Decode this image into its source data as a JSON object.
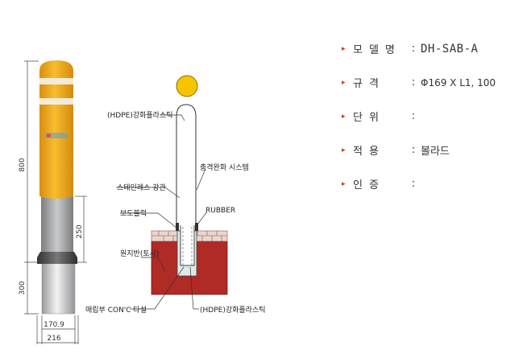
{
  "dimensions": {
    "height_total": "800",
    "height_sleeve": "250",
    "height_base": "300",
    "width_pipe": "170.9",
    "width_base": "216"
  },
  "labels": {
    "hdpe_top": "(HDPE)강화플라스틱",
    "shock": "충격완화 시스템",
    "stainless": "스테인레스 강관",
    "rubber": "RUBBER",
    "sidewalk": "보도블럭",
    "ground": "원지반(토사)",
    "concrete": "매립부 CON'C 타설",
    "hdpe_bottom": "(HDPE)강화플라스틱"
  },
  "specs": [
    {
      "label": "모델명",
      "value": "DH-SAB-A"
    },
    {
      "label": "규격",
      "value": "Φ169 X L1, 100"
    },
    {
      "label": "단위",
      "value": ""
    },
    {
      "label": "적용",
      "value": "볼라드"
    },
    {
      "label": "인증",
      "value": ""
    }
  ],
  "colors": {
    "bollard_yellow": "#f2ae1c",
    "reflective_white": "#f4f1ea",
    "pipe_gray": "#a9aaac",
    "ground_red": "#b02a26",
    "bullet_red": "#c0392b"
  }
}
